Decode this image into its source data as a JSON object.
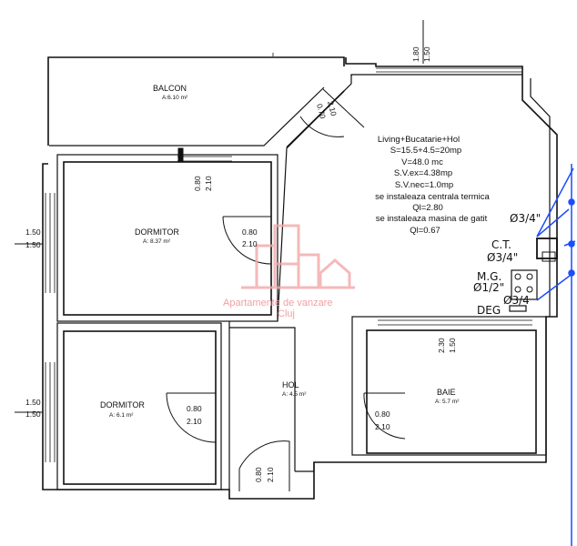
{
  "rooms": {
    "balcon": {
      "name": "BALCON",
      "area": "A:6.10  m²"
    },
    "dormitor1": {
      "name": "DORMITOR",
      "area": "A: 8.37  m²"
    },
    "dormitor2": {
      "name": "DORMITOR",
      "area": "A: 6.1   m²"
    },
    "hol": {
      "name": "HOL",
      "area": "A: 4.5   m²"
    },
    "baie": {
      "name": "BAIE",
      "area": "A: 5.7   m²"
    }
  },
  "living": {
    "lines": [
      "Living+Bucatarie+Hol",
      "S=15.5+4.5=20mp",
      "V=48.0 mc",
      "S.V.ex=4.38mp",
      "S.V.nec=1.0mp",
      "se instaleaza centrala termica",
      "Ql=2.80",
      "se instaleaza masina de gatit",
      "Ql=0.67"
    ]
  },
  "dimensions": {
    "top_window": [
      "1.80",
      "1.50"
    ],
    "balcony_door": [
      "0.70",
      "2.10"
    ],
    "dorm1_top_door": [
      "0.80",
      "2.10"
    ],
    "dorm1_door": [
      "0.80",
      "2.10"
    ],
    "dorm1_window": [
      "1.50",
      "1.50"
    ],
    "dorm2_window": [
      "1.50",
      "1.50"
    ],
    "dorm2_door": [
      "0.80",
      "2.10"
    ],
    "entrance_door": [
      "0.80",
      "2.10"
    ],
    "baie_window": [
      "2.30",
      "1.50"
    ],
    "baie_door": [
      "0.80",
      "2.10"
    ]
  },
  "mechanical": {
    "pipe_top": "Ø3/4\"",
    "ct": "C.T.",
    "pipe_ct": "Ø3/4\"",
    "mg": "M.G.",
    "pipe_mg": "Ø1/2\"",
    "pipe_mg2": "Ø3/4",
    "deg": "DEG"
  },
  "watermark": {
    "line1": "Apartamente de vanzare",
    "line2": "Cluj"
  },
  "colors": {
    "wall": "#111111",
    "pipe": "#1a4dff",
    "watermark": "#f0a0a0"
  }
}
